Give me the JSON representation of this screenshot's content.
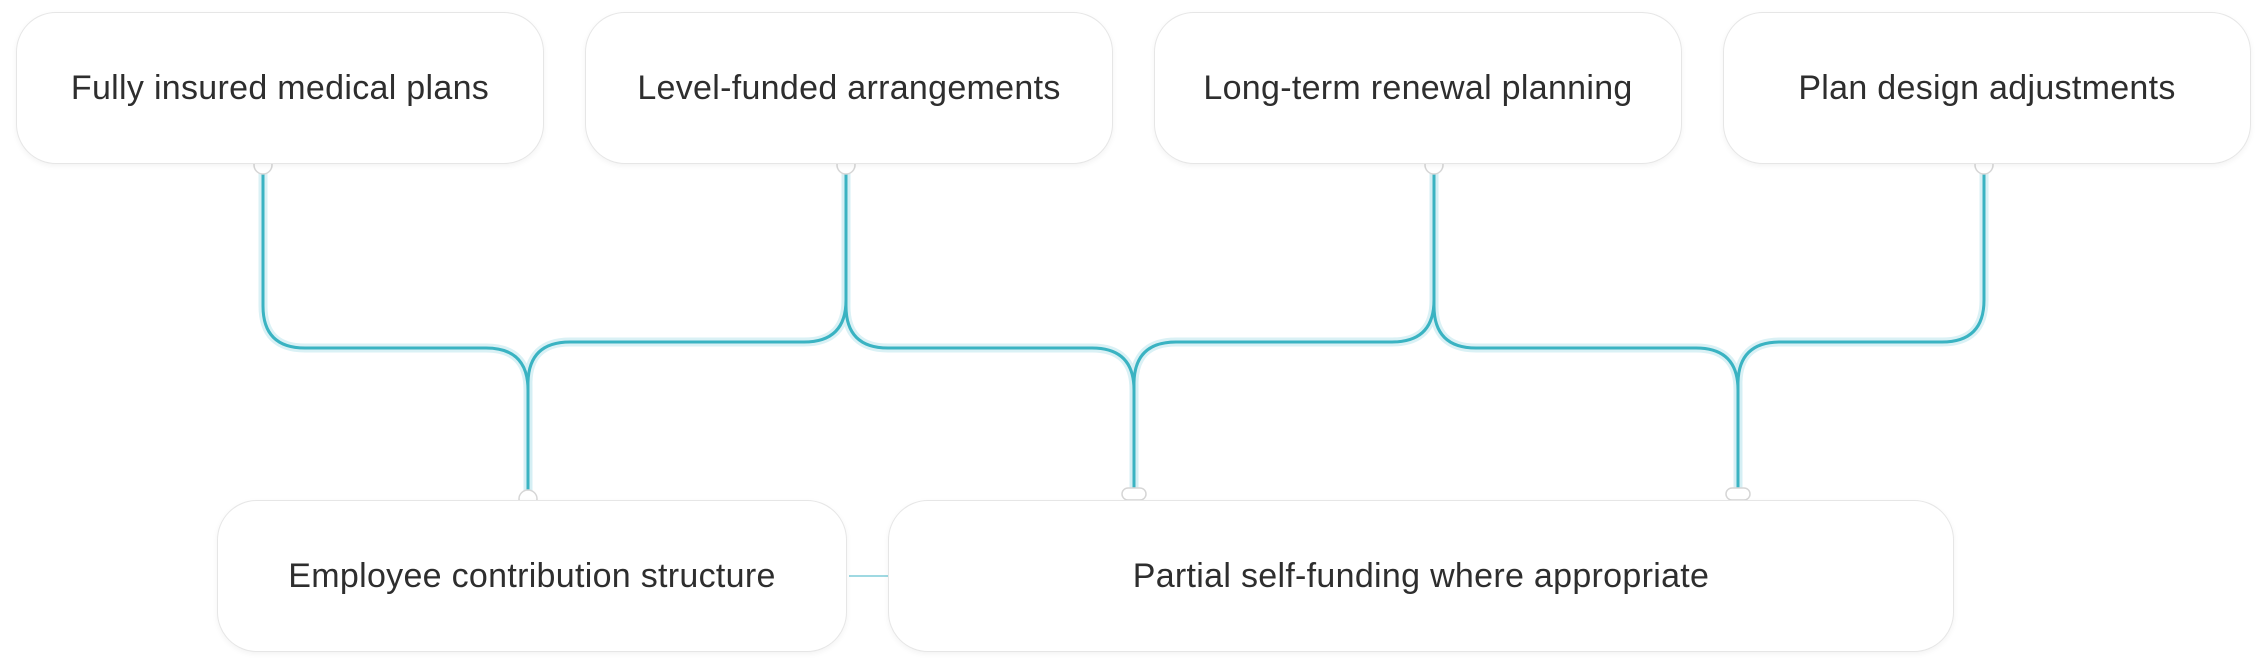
{
  "diagram": {
    "top_nodes": [
      {
        "label": "Fully insured medical plans"
      },
      {
        "label": "Level-funded arrangements"
      },
      {
        "label": "Long-term renewal planning"
      },
      {
        "label": "Plan design adjustments"
      }
    ],
    "bottom_nodes": [
      {
        "label": "Employee contribution structure"
      },
      {
        "label": "Partial self-funding where appropriate"
      }
    ],
    "colors": {
      "connector": "#3ab3c2",
      "node_border": "#e6e6e6",
      "text": "#2e2e2e"
    }
  }
}
